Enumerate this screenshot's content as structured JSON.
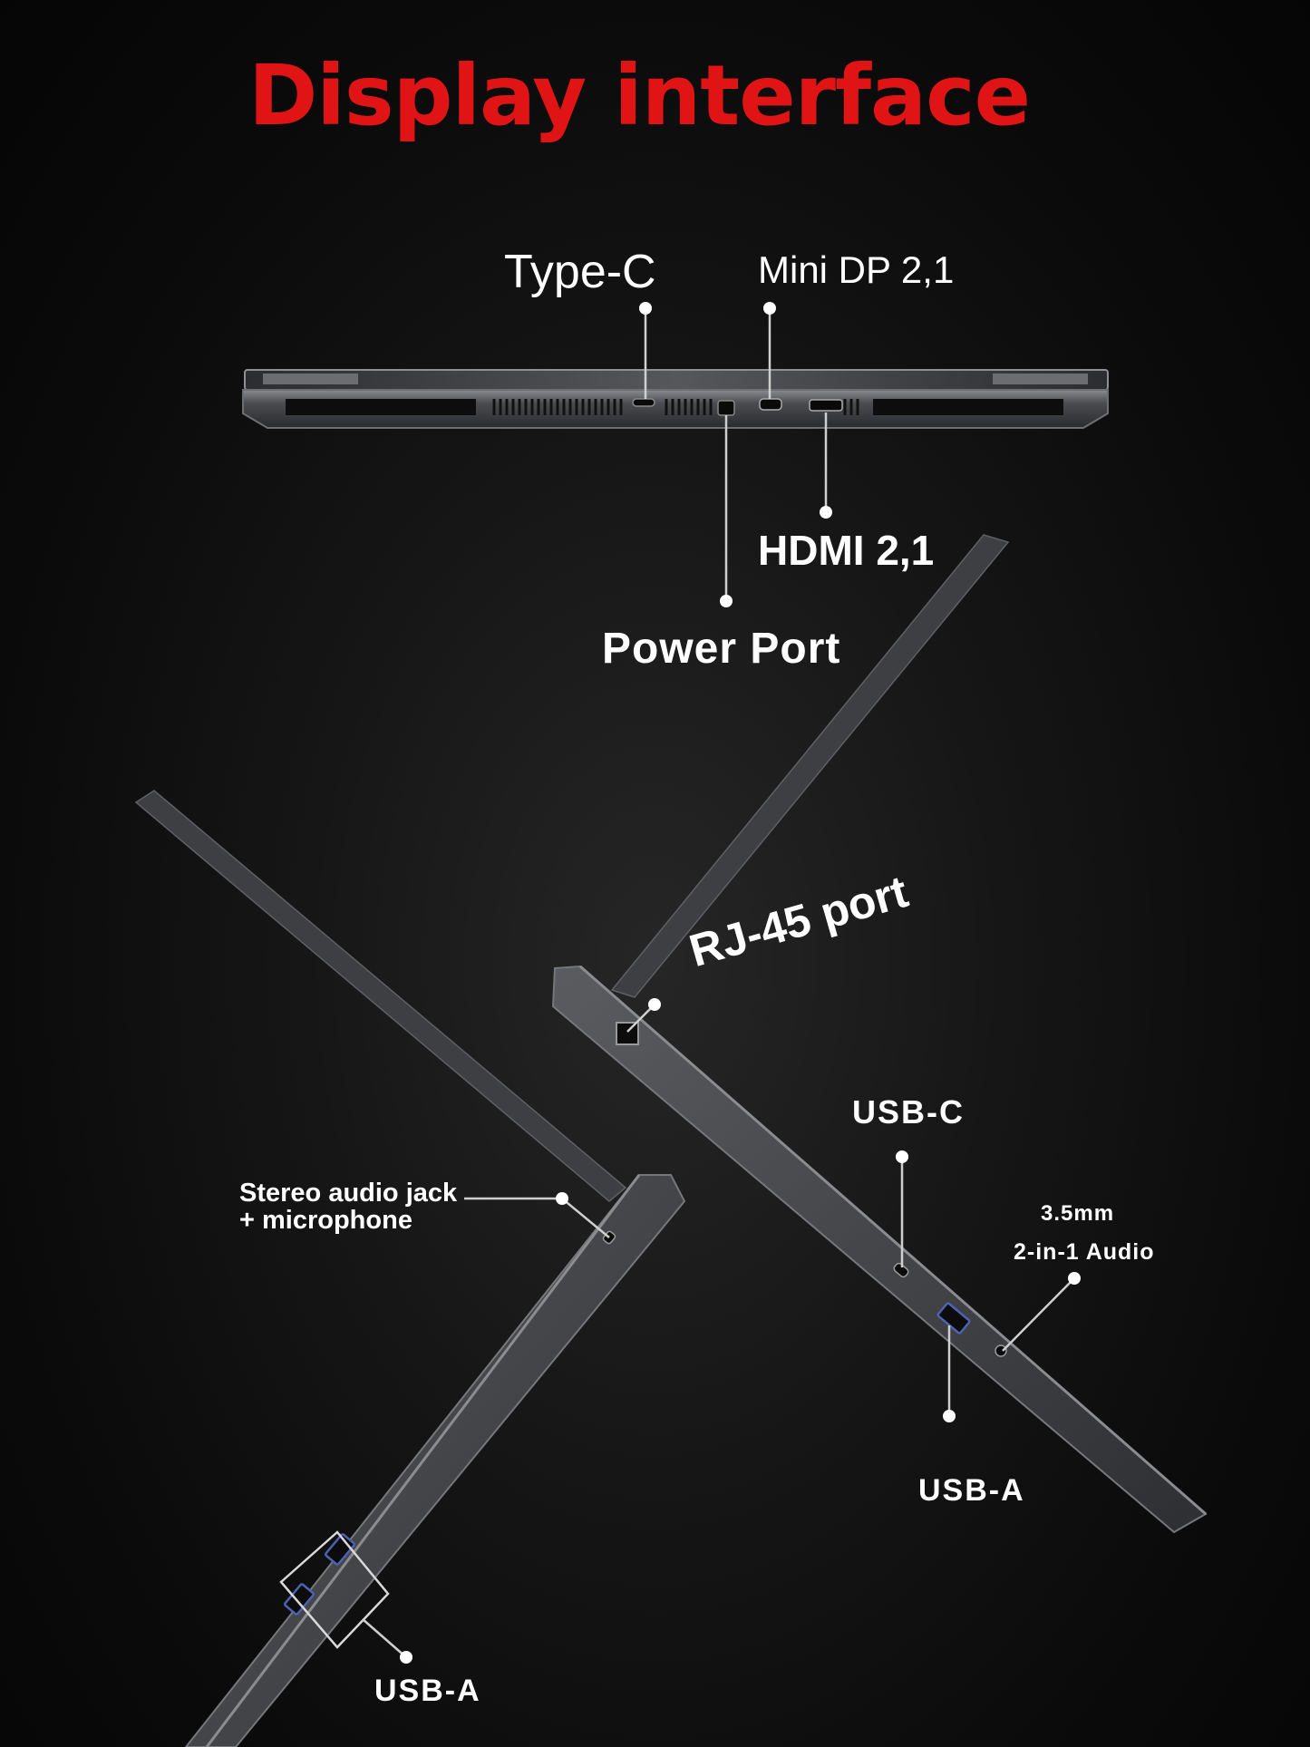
{
  "title": "Display interface",
  "colors": {
    "title": "#e01414",
    "background": "#0a0a0a",
    "label": "#ffffff",
    "laptop_body": "#3a3c40",
    "laptop_edge": "#7a7c80"
  },
  "rear_ports": {
    "type_c": "Type-C",
    "mini_dp": "Mini DP 2,1",
    "hdmi": "HDMI 2,1",
    "power": "Power Port"
  },
  "right_side_ports": {
    "rj45": "RJ-45 port",
    "usb_c": "USB-C",
    "audio_line1": "3.5mm",
    "audio_line2": "2-in-1 Audio",
    "usb_a": "USB-A"
  },
  "left_side_ports": {
    "stereo_line1": "Stereo audio jack",
    "stereo_line2": "+ microphone",
    "usb_a": "USB-A"
  }
}
